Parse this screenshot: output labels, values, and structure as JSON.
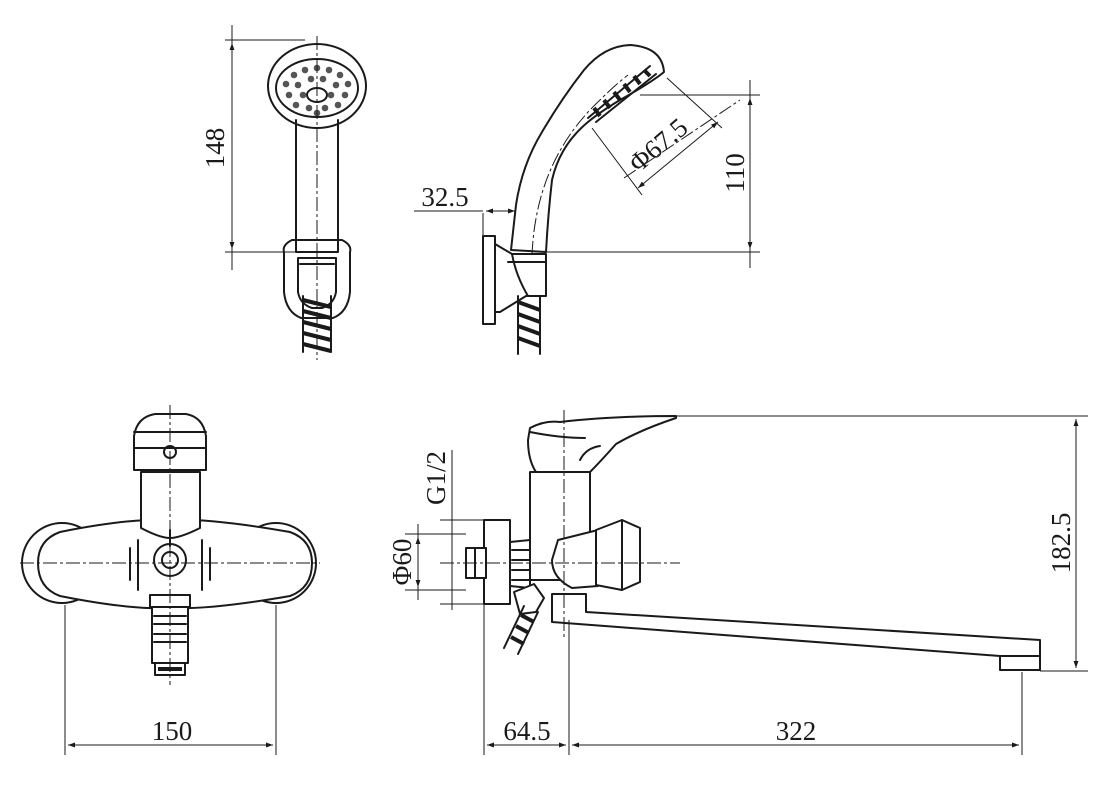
{
  "dimensions": {
    "handshower_length": "148",
    "handshower_offset": "32.5",
    "handshower_head_diameter": "Φ67.5",
    "handshower_height": "110",
    "thread_size": "G1/2",
    "flange_diameter": "Φ60",
    "mixer_total_height": "182.5",
    "body_width": "150",
    "wall_to_spout": "64.5",
    "spout_length": "322"
  },
  "colors": {
    "line": "#1a1a1a",
    "background": "#ffffff",
    "spray_dots": "#555555"
  }
}
